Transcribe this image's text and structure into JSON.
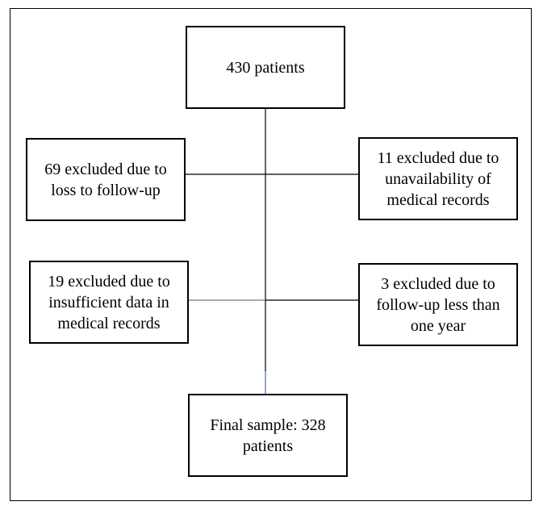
{
  "flowchart": {
    "start": "430 patients",
    "exclusions": [
      "69 excluded due to loss to follow-up",
      "11 excluded due to unavailability of medical records",
      "19 excluded due to insufficient data in medical records",
      "3 excluded due to follow-up less than one year"
    ],
    "final": "Final sample: 328 patients"
  }
}
